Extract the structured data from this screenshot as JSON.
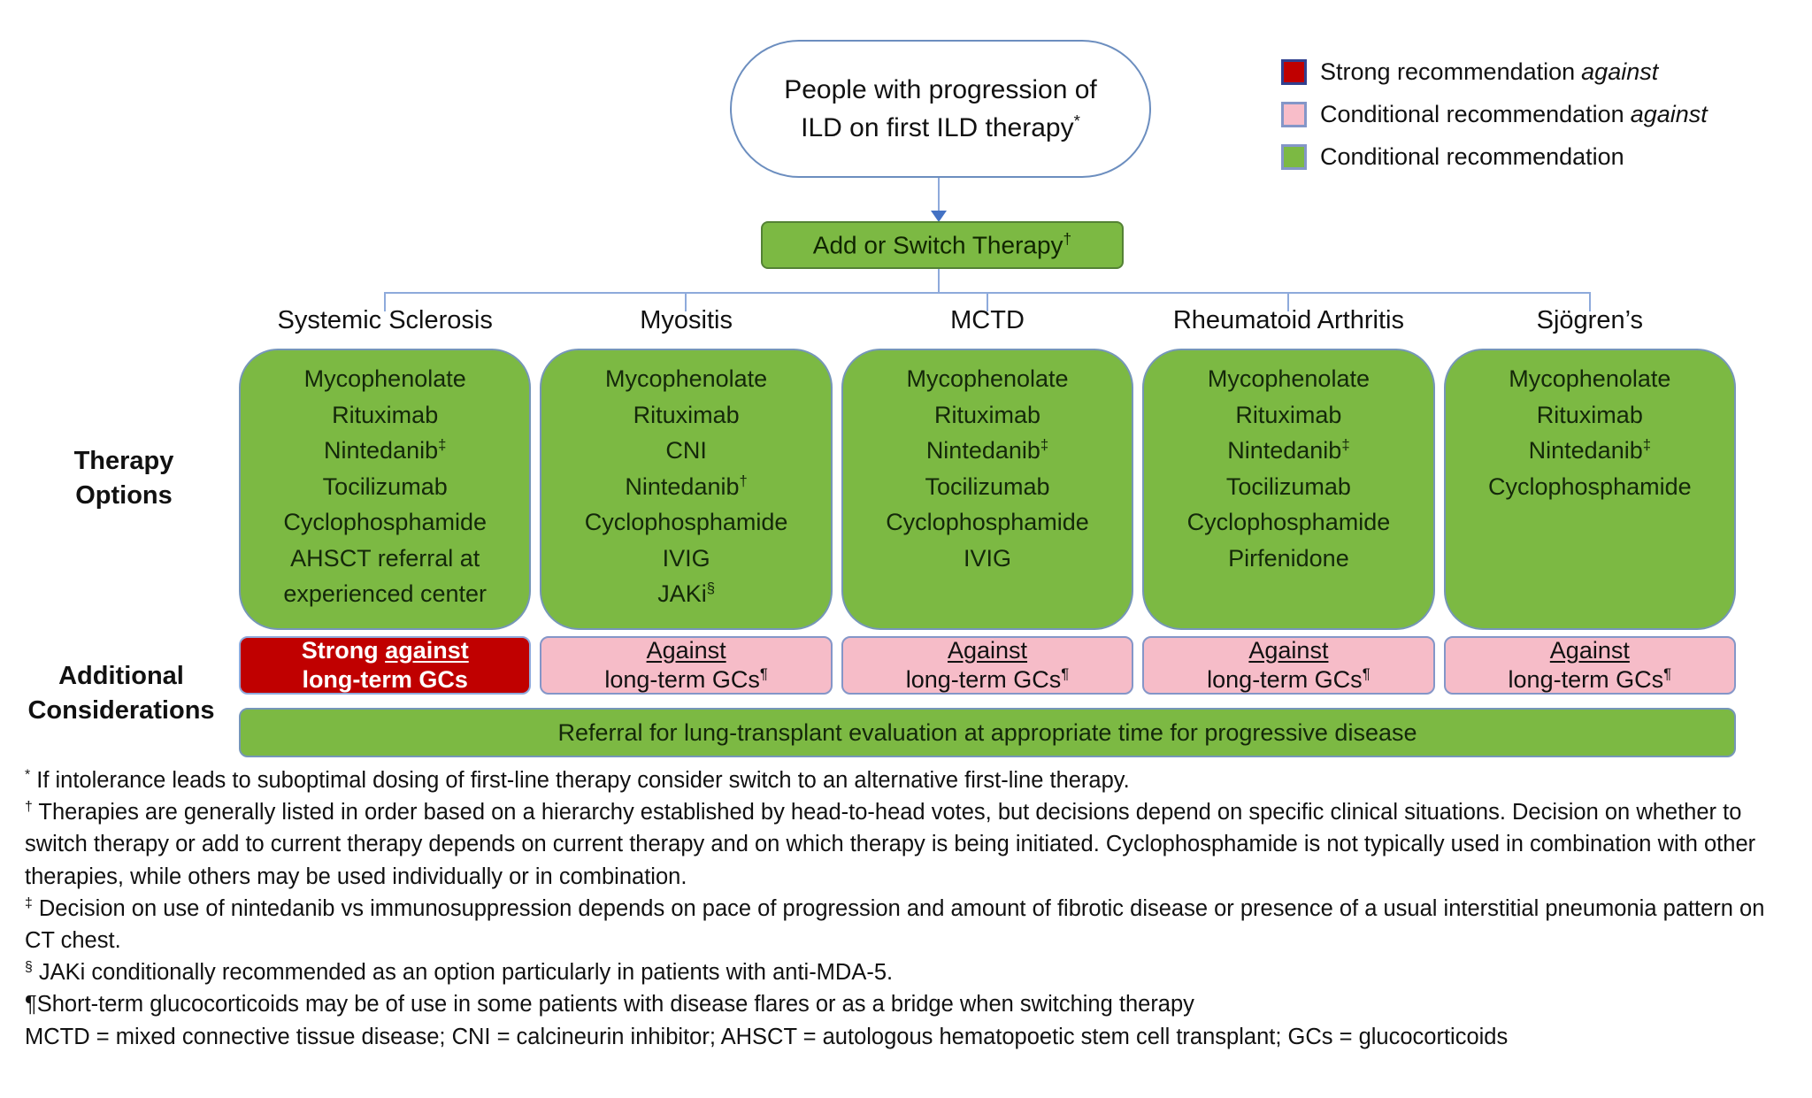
{
  "flow": {
    "start": {
      "line1": "People with progression of",
      "line2": "ILD on first ILD therapy",
      "sup": "*"
    },
    "action": {
      "label": "Add or Switch Therapy",
      "sup": "†"
    }
  },
  "legend": {
    "items": [
      {
        "text": "Strong recommendation",
        "italic_suffix": "against",
        "swatch_color": "#C00000",
        "swatch_border": "#31408F"
      },
      {
        "text": "Conditional recommendation",
        "italic_suffix": "against",
        "swatch_color": "#F8BDC9",
        "swatch_border": "#8496C8"
      },
      {
        "text": "Conditional recommendation",
        "italic_suffix": "",
        "swatch_color": "#7CB943",
        "swatch_border": "#8496C8"
      }
    ]
  },
  "row_labels": {
    "therapy": "Therapy Options",
    "additional": "Additional Considerations"
  },
  "columns": [
    {
      "header": "Systemic Sclerosis",
      "therapies": [
        {
          "name": "Mycophenolate",
          "sup": ""
        },
        {
          "name": "Rituximab",
          "sup": ""
        },
        {
          "name": "Nintedanib",
          "sup": "‡"
        },
        {
          "name": "Tocilizumab",
          "sup": ""
        },
        {
          "name": "Cyclophosphamide",
          "sup": ""
        },
        {
          "name": "AHSCT referral at experienced center",
          "sup": ""
        }
      ],
      "gc": {
        "variant": "strong",
        "bold_pre": "Strong ",
        "underlined": "against",
        "line2": "long-term GCs",
        "line2_sup": ""
      }
    },
    {
      "header": "Myositis",
      "therapies": [
        {
          "name": "Mycophenolate",
          "sup": ""
        },
        {
          "name": "Rituximab",
          "sup": ""
        },
        {
          "name": "CNI",
          "sup": ""
        },
        {
          "name": "Nintedanib",
          "sup": "†"
        },
        {
          "name": "Cyclophosphamide",
          "sup": ""
        },
        {
          "name": "IVIG",
          "sup": ""
        },
        {
          "name": "JAKi",
          "sup": "§"
        }
      ],
      "gc": {
        "variant": "conditional",
        "bold_pre": "",
        "underlined": "Against",
        "line2": "long-term GCs",
        "line2_sup": "¶"
      }
    },
    {
      "header": "MCTD",
      "therapies": [
        {
          "name": "Mycophenolate",
          "sup": ""
        },
        {
          "name": "Rituximab",
          "sup": ""
        },
        {
          "name": "Nintedanib",
          "sup": "‡"
        },
        {
          "name": "Tocilizumab",
          "sup": ""
        },
        {
          "name": "Cyclophosphamide",
          "sup": ""
        },
        {
          "name": "IVIG",
          "sup": ""
        }
      ],
      "gc": {
        "variant": "conditional",
        "bold_pre": "",
        "underlined": "Against",
        "line2": "long-term GCs",
        "line2_sup": "¶"
      }
    },
    {
      "header": "Rheumatoid Arthritis",
      "therapies": [
        {
          "name": "Mycophenolate",
          "sup": ""
        },
        {
          "name": "Rituximab",
          "sup": ""
        },
        {
          "name": "Nintedanib",
          "sup": "‡"
        },
        {
          "name": "Tocilizumab",
          "sup": ""
        },
        {
          "name": "Cyclophosphamide",
          "sup": ""
        },
        {
          "name": "Pirfenidone",
          "sup": ""
        }
      ],
      "gc": {
        "variant": "conditional",
        "bold_pre": "",
        "underlined": "Against",
        "line2": "long-term GCs",
        "line2_sup": "¶"
      }
    },
    {
      "header": "Sjögren’s",
      "therapies": [
        {
          "name": "Mycophenolate",
          "sup": ""
        },
        {
          "name": "Rituximab",
          "sup": ""
        },
        {
          "name": "Nintedanib",
          "sup": "‡"
        },
        {
          "name": "Cyclophosphamide",
          "sup": ""
        }
      ],
      "gc": {
        "variant": "conditional",
        "bold_pre": "",
        "underlined": "Against",
        "line2": "long-term GCs",
        "line2_sup": "¶"
      }
    }
  ],
  "referral_bar": "Referral for lung-transplant evaluation at appropriate time for progressive disease",
  "footnotes": [
    {
      "marker": "*",
      "raised": true,
      "text": "If intolerance leads to suboptimal dosing of first-line therapy consider switch to an alternative first-line therapy."
    },
    {
      "marker": "†",
      "raised": true,
      "text": "Therapies are generally listed in order based on a hierarchy established by head-to-head votes, but decisions depend on specific clinical situations. Decision on whether to switch therapy or add to current therapy depends on current therapy and on which therapy is being initiated. Cyclophosphamide is not typically used in combination with other therapies, while others may be used individually or in combination."
    },
    {
      "marker": "‡",
      "raised": true,
      "text": "Decision on use of nintedanib vs immunosuppression depends on pace of progression and amount of fibrotic disease or presence of a usual interstitial pneumonia pattern on CT chest."
    },
    {
      "marker": "§",
      "raised": true,
      "text": "JAKi conditionally recommended as an option particularly in patients with anti-MDA-5."
    },
    {
      "marker": "¶",
      "raised": false,
      "text": "Short-term glucocorticoids may be of use in some patients with disease flares or as a bridge when switching therapy"
    },
    {
      "marker": "",
      "raised": false,
      "text": "MCTD = mixed connective tissue disease; CNI = calcineurin inhibitor; AHSCT = autologous hematopoetic stem cell transplant; GCs = glucocorticoids"
    }
  ],
  "colors": {
    "green": "#7CB943",
    "red": "#C00000",
    "pink": "#F6BCC8",
    "connector_blue": "#8EAADB",
    "arrow_blue": "#4472C4"
  }
}
